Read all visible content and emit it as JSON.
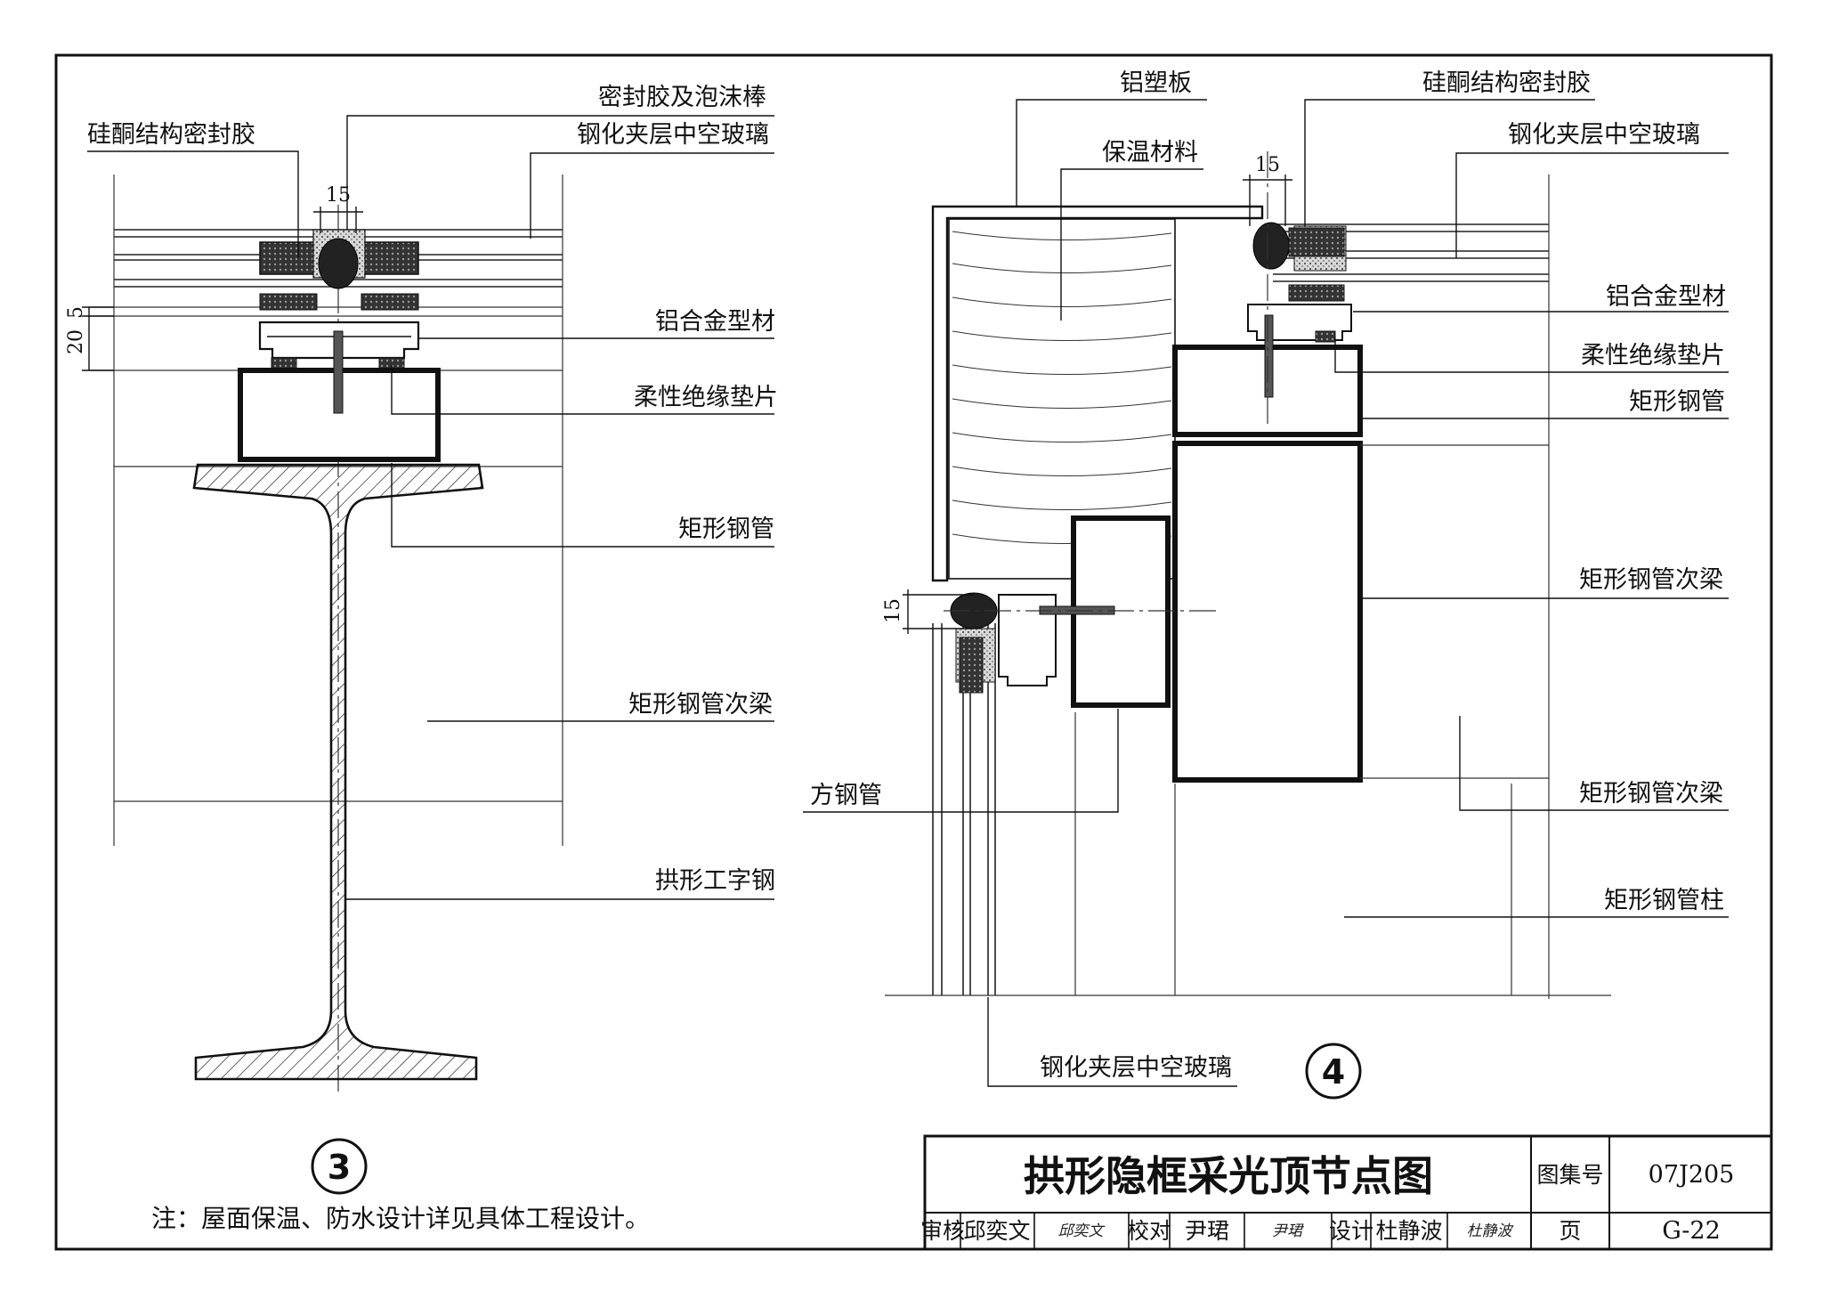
{
  "detail3": {
    "marker": "3",
    "labels": {
      "sealant_foam": "密封胶及泡沫棒",
      "silicone_sealant": "硅酮结构密封胶",
      "glass": "钢化夹层中空玻璃",
      "aluminum_profile": "铝合金型材",
      "insulation_pad": "柔性绝缘垫片",
      "rect_tube": "矩形钢管",
      "secondary_beam": "矩形钢管次梁",
      "arch_i_beam": "拱形工字钢"
    },
    "dims": {
      "d15": "15",
      "d5": "5",
      "d20": "20"
    }
  },
  "detail4": {
    "marker": "4",
    "labels": {
      "aluminum_plastic_panel": "铝塑板",
      "silicone_sealant": "硅酮结构密封胶",
      "insulation_material": "保温材料",
      "glass_top": "钢化夹层中空玻璃",
      "aluminum_profile": "铝合金型材",
      "insulation_pad": "柔性绝缘垫片",
      "rect_tube": "矩形钢管",
      "secondary_beam_1": "矩形钢管次梁",
      "square_tube": "方钢管",
      "secondary_beam_2": "矩形钢管次梁",
      "rect_column": "矩形钢管柱",
      "glass_bottom": "钢化夹层中空玻璃"
    },
    "dims": {
      "d15_top": "15",
      "d15_left": "15"
    }
  },
  "note": "注：屋面保温、防水设计详见具体工程设计。",
  "title_block": {
    "title": "拱形隐框采光顶节点图",
    "atlas_label": "图集号",
    "atlas_value": "07J205",
    "review_label": "审核",
    "reviewer": "邱奕文",
    "reviewer_sig": "邱奕文",
    "check_label": "校对",
    "checker": "尹珺",
    "checker_sig": "尹珺",
    "design_label": "设计",
    "designer": "杜静波",
    "designer_sig": "杜静波",
    "page_label": "页",
    "page_value": "G-22"
  }
}
